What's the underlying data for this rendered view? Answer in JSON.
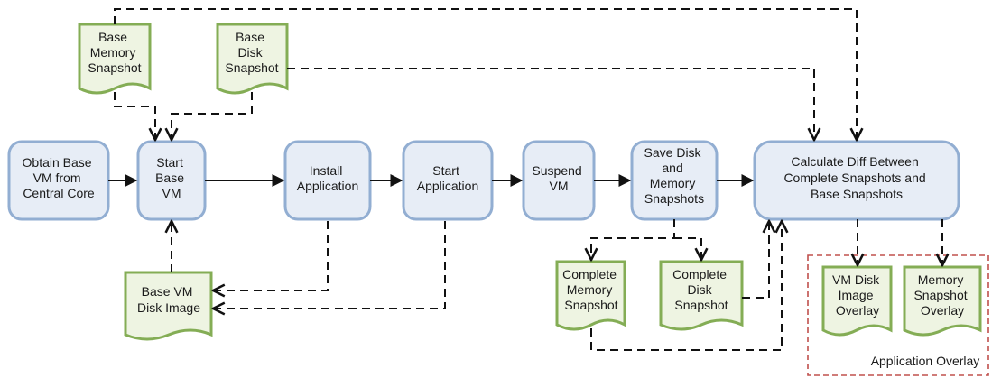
{
  "nodes": {
    "obtain": [
      "Obtain Base",
      "VM from",
      "Central Core"
    ],
    "start_vm": [
      "Start",
      "Base",
      "VM"
    ],
    "install": [
      "Install",
      "Application"
    ],
    "start_app": [
      "Start",
      "Application"
    ],
    "suspend": [
      "Suspend",
      "VM"
    ],
    "save": [
      "Save Disk",
      "and",
      "Memory",
      "Snapshots"
    ],
    "calc": [
      "Calculate Diff Between",
      "Complete Snapshots and",
      "Base Snapshots"
    ]
  },
  "documents": {
    "base_memory": [
      "Base",
      "Memory",
      "Snapshot"
    ],
    "base_disk": [
      "Base",
      "Disk",
      "Snapshot"
    ],
    "base_vm_image": [
      "Base VM",
      "Disk Image"
    ],
    "complete_memory": [
      "Complete",
      "Memory",
      "Snapshot"
    ],
    "complete_disk": [
      "Complete",
      "Disk",
      "Snapshot"
    ],
    "vm_disk_overlay": [
      "VM Disk",
      "Image",
      "Overlay"
    ],
    "memory_overlay": [
      "Memory",
      "Snapshot",
      "Overlay"
    ]
  },
  "group": {
    "label": "Application Overlay",
    "color": "#c0504d"
  },
  "colors": {
    "process_fill": "#e7edf6",
    "process_stroke": "#92aed2",
    "doc_fill": "#eef4e2",
    "doc_stroke": "#84ad55"
  }
}
